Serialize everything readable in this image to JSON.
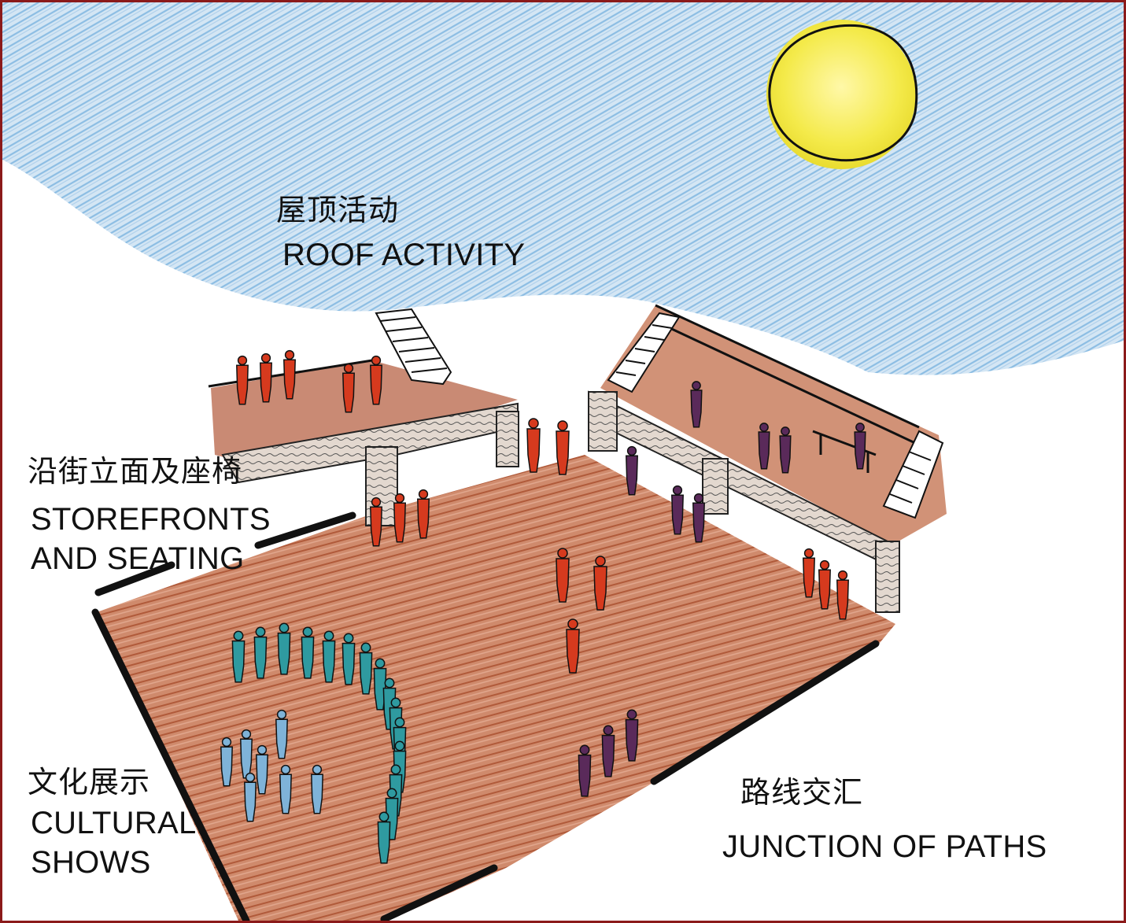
{
  "labels": {
    "roof_cn": "屋顶活动",
    "roof_en": "ROOF ACTIVITY",
    "storefront_cn": "沿街立面及座椅",
    "storefront_en": "STOREFRONTS\nAND SEATING",
    "cultural_cn": "文化展示",
    "cultural_en": "CULTURAL\nSHOWS",
    "junction_cn": "路线交汇",
    "junction_en": "JUNCTION OF PATHS"
  },
  "colors": {
    "frame": "#8b1a1a",
    "sky": "#9cc7e6",
    "sun": "#f3ea5a",
    "ground": "#c8795a",
    "wall": "#d9c6b8",
    "people_red": "#d63a1e",
    "people_teal": "#2f9aa0",
    "people_purple": "#5a2a5a",
    "people_blue": "#7fb3d8"
  }
}
